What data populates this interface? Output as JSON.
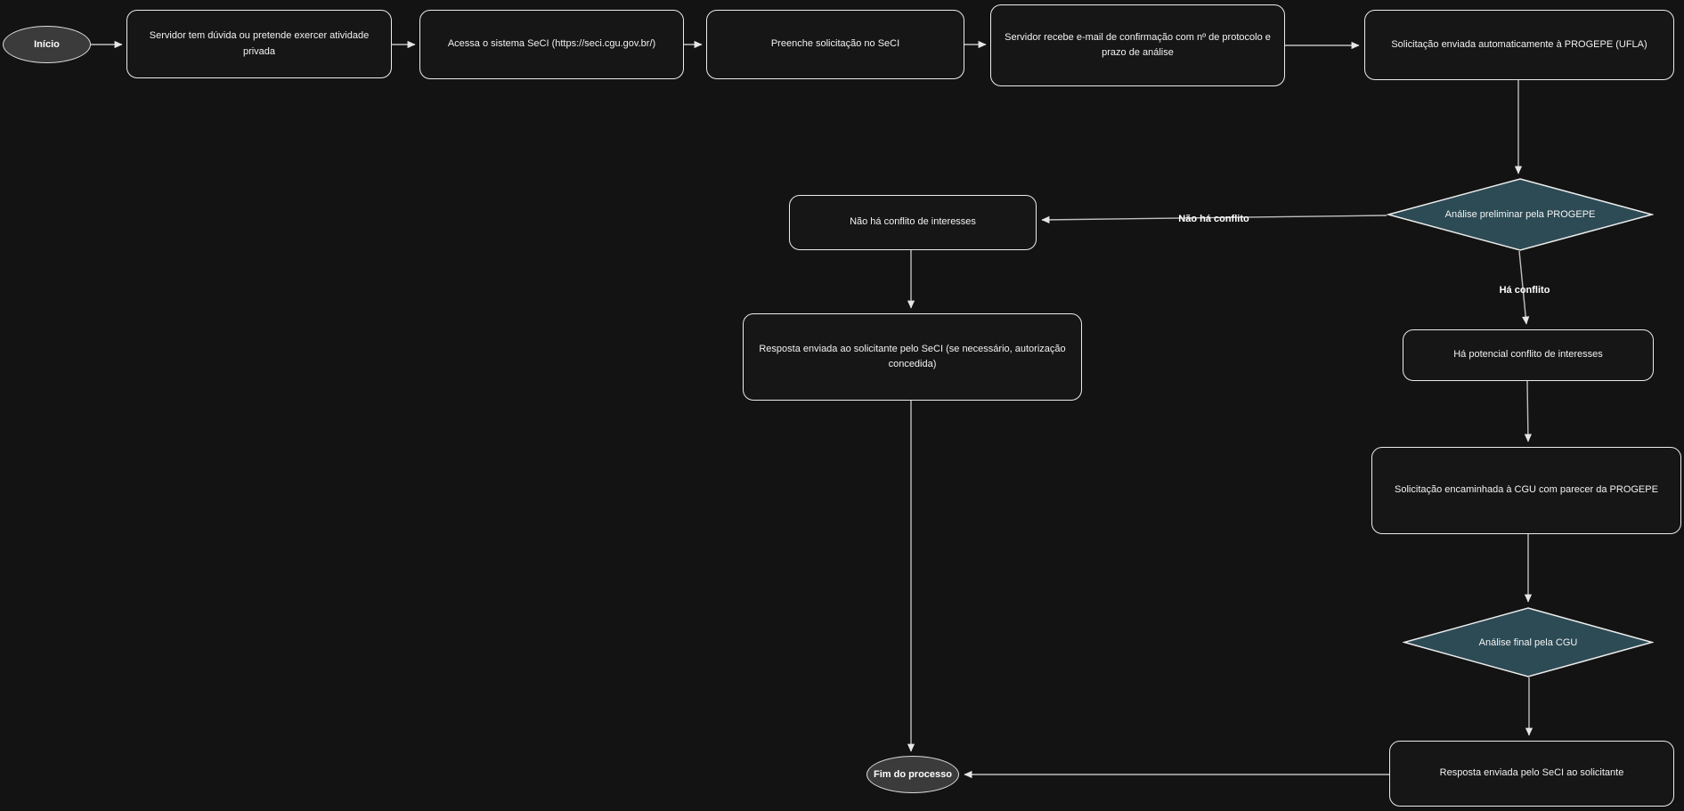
{
  "diagram": {
    "type": "flowchart",
    "colors": {
      "background": "#131313",
      "process_fill": "#161616",
      "process_border": "#ececec",
      "terminal_fill": "#3b3b3b",
      "decision_fill": "#2d4b55",
      "connector_line": "#bfbfbf",
      "text": "#f2f2f2"
    },
    "nodes": {
      "inicio": "Início",
      "duvida": "Servidor tem dúvida ou pretende exercer atividade\nprivada",
      "acessa": "Acessa o sistema SeCI (https://seci.cgu.gov.br/)",
      "preenche": "Preenche solicitação no SeCI",
      "email": "Servidor recebe e-mail de confirmação com nº de protocolo e\nprazo de análise",
      "enviada_progepe": "Solicitação enviada automaticamente à PROGEPE (UFLA)",
      "analise_preliminar": "Análise preliminar pela PROGEPE",
      "sem_conflito": "Não há conflito de interesses",
      "resposta_seci": "Resposta enviada ao solicitante pelo SeCI (se necessário, autorização\nconcedida)",
      "potencial_conflito": "Há potencial conflito de interesses",
      "encaminhada_cgu": "Solicitação encaminhada à CGU com parecer da PROGEPE",
      "analise_final": "Análise final pela CGU",
      "resposta_final": "Resposta enviada pelo SeCI ao solicitante",
      "fim": "Fim do processo"
    },
    "edge_labels": {
      "nao_ha_conflito": "Não há conflito",
      "ha_conflito": "Há conflito"
    }
  }
}
